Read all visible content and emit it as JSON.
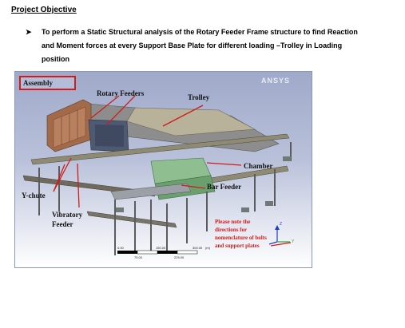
{
  "heading": "Project Objective",
  "bullet": {
    "line1": "To perform a Static Structural analysis of the Rotary Feeder Frame structure to find Reaction",
    "line2": "and Moment forces at every Support Base Plate for different loading –Trolley in Loading",
    "line3": "position"
  },
  "figure": {
    "logo": "ANSYS",
    "assembly_label": "Assembly",
    "labels": {
      "rotary_feeders": "Rotary Feeders",
      "trolley": "Trolley",
      "chamber": "Chamber",
      "bar_feeder": "Bar Feeder",
      "y_chute": "Y-chute",
      "vibratory_feeder_1": "Vibratory",
      "vibratory_feeder_2": "Feeder"
    },
    "note": {
      "line1": "Please note the",
      "line2": "directions for",
      "line3": "nomenclature of bolts",
      "line4": "and support plates"
    },
    "scale": {
      "t0": "0.00",
      "t1": "150.00",
      "t2": "300.00",
      "unit": "(m)",
      "b1": "75.00",
      "b2": "225.00"
    },
    "axis": {
      "z": "Z",
      "y": "Y"
    }
  },
  "colors": {
    "arrow_red": "#d01c1c",
    "figure_bg": "#a9b2cf"
  }
}
